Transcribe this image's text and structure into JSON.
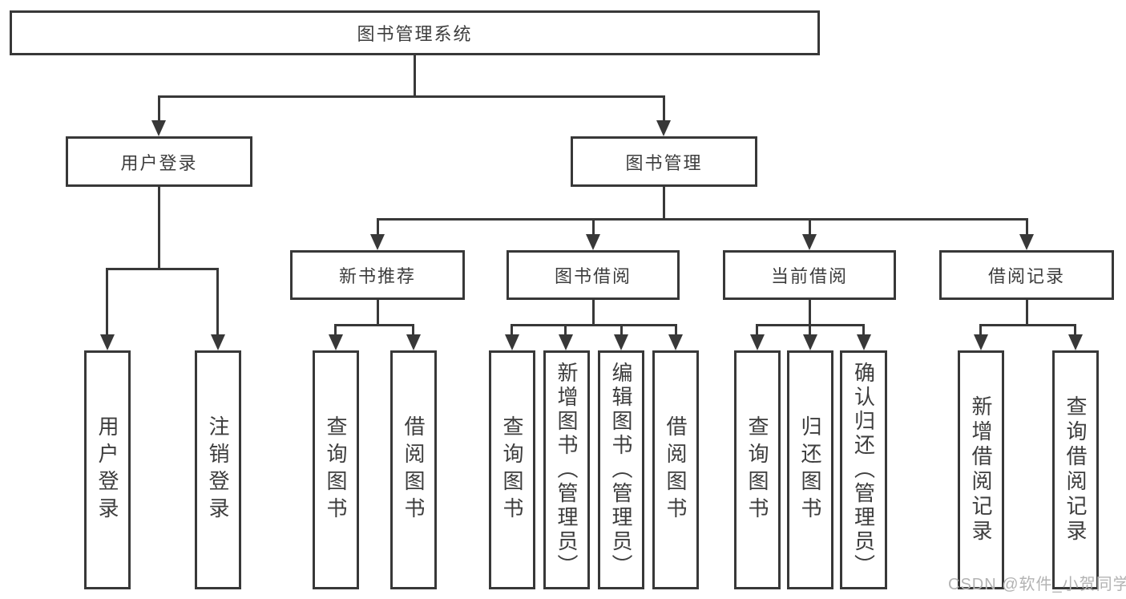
{
  "title": {
    "root": "图书管理系统"
  },
  "nodes": {
    "user_login": "用户登录",
    "book_mgmt": "图书管理",
    "new_books": "新书推荐",
    "book_borrow": "图书借阅",
    "current_borrow": "当前借阅",
    "borrow_records": "借阅记录"
  },
  "leaves": {
    "login": [
      "用户登录",
      "注销登录"
    ],
    "new_books": [
      "查询图书",
      "借阅图书"
    ],
    "book_borrow": [
      "查询图书",
      "新增图书（管理员）",
      "编辑图书（管理员）",
      "借阅图书"
    ],
    "current_borrow": [
      "查询图书",
      "归还图书",
      "确认归还（管理员）"
    ],
    "borrow_records": [
      "新增借阅记录",
      "查询借阅记录"
    ]
  },
  "watermark": "CSDN @软件_小贺同学",
  "colors": {
    "line": "#383838",
    "box_border": "#383838",
    "text": "#3d3d3d",
    "watermark": "#b3b3b3",
    "background": "#ffffff"
  }
}
